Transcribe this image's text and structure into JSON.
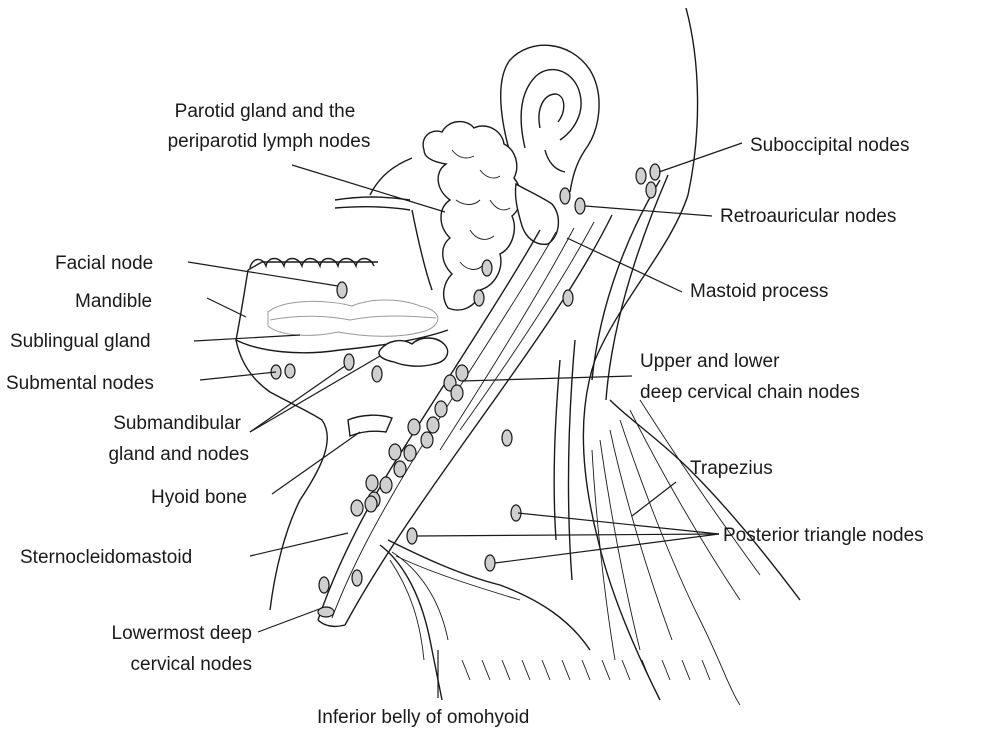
{
  "labels": {
    "parotid_line1": "Parotid gland and the",
    "parotid_line2": "periparotid lymph nodes",
    "suboccipital": "Suboccipital nodes",
    "retroauricular": "Retroauricular nodes",
    "facial_node": "Facial node",
    "mandible": "Mandible",
    "mastoid": "Mastoid process",
    "sublingual": "Sublingual gland",
    "submental": "Submental nodes",
    "deep_cervical_line1": "Upper and lower",
    "deep_cervical_line2": "deep cervical chain nodes",
    "submandibular_line1": "Submandibular",
    "submandibular_line2": "gland and nodes",
    "trapezius": "Trapezius",
    "hyoid": "Hyoid bone",
    "posterior_triangle": "Posterior triangle nodes",
    "sternocleidomastoid": "Sternocleidomastoid",
    "lowermost_line1": "Lowermost deep",
    "lowermost_line2": "cervical nodes",
    "omohyoid": "Inferior belly of omohyoid"
  }
}
